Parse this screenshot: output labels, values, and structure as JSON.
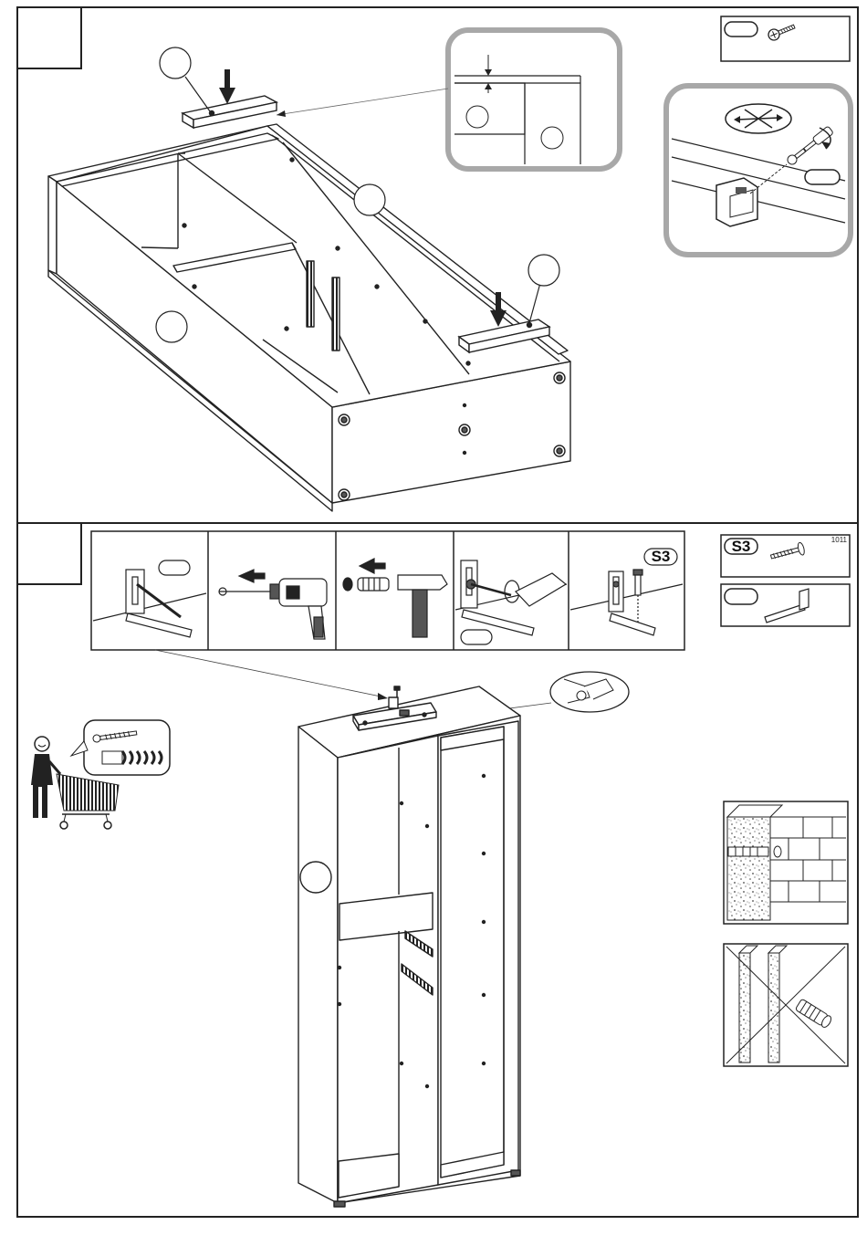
{
  "step1": {
    "step_number": "",
    "hardware_label": "",
    "callout_a": "",
    "callout_b": "",
    "callout_c": "",
    "callout_d": "",
    "detail_part_a": "",
    "detail_part_b": "",
    "inset_badge": ""
  },
  "step2": {
    "step_number": "",
    "strip_badge_1": "",
    "strip_badge_4": "",
    "strip_badge_5": "S3",
    "hardware_1_badge": "S3",
    "hardware_1_code": "1011",
    "hardware_2_badge": "",
    "cabinet_callout": ""
  },
  "icons": {
    "screw": "screw-icon",
    "drill": "drill-icon",
    "hammer": "hammer-icon",
    "screwdriver": "screwdriver-icon",
    "dowel": "wall-plug-icon",
    "shopper": "shopping-cart-icon",
    "spirit_level": "spirit-level-icon"
  }
}
